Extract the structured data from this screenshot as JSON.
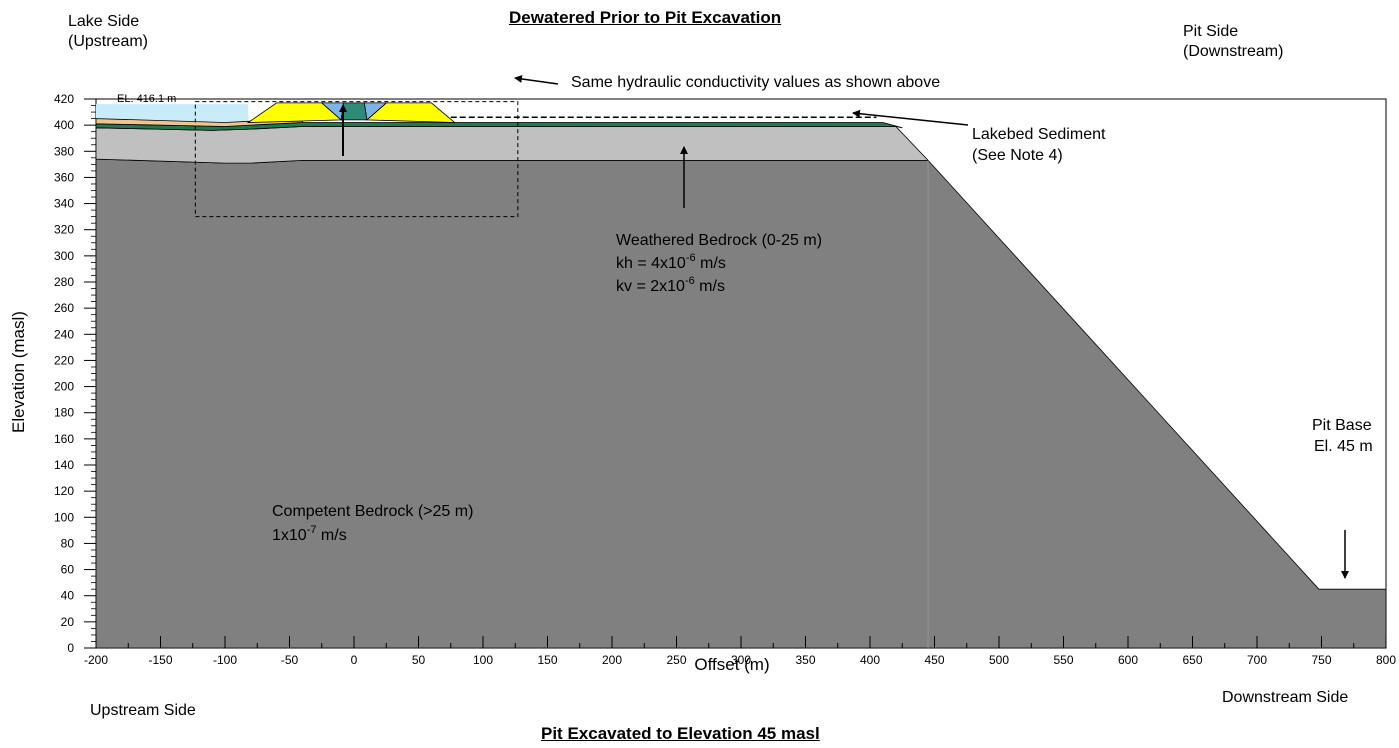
{
  "titles": {
    "top": "Dewatered Prior to Pit Excavation",
    "bottom": "Pit Excavated to Elevation 45 masl"
  },
  "corners": {
    "lake_side": [
      "Lake Side",
      "(Upstream)"
    ],
    "pit_side": [
      "Pit Side",
      "(Downstream)"
    ],
    "upstream_side": "Upstream Side",
    "downstream_side": "Downstream Side"
  },
  "axes": {
    "xlabel": "Offset (m)",
    "ylabel": "Elevation (masl)",
    "xlim": [
      -200,
      800
    ],
    "ylim": [
      0,
      420
    ],
    "x_ticks": [
      -200,
      -150,
      -100,
      -50,
      0,
      50,
      100,
      150,
      200,
      250,
      300,
      350,
      400,
      450,
      500,
      550,
      600,
      650,
      700,
      750,
      800
    ],
    "y_ticks": [
      0,
      20,
      40,
      60,
      80,
      100,
      120,
      140,
      160,
      180,
      200,
      220,
      240,
      260,
      280,
      300,
      320,
      340,
      360,
      380,
      400,
      420
    ]
  },
  "annotations": {
    "water_level": "EL. 416.1 m",
    "same_k": "Same hydraulic conductivity values as shown above",
    "lakebed": [
      "Lakebed Sediment",
      "(See Note 4)"
    ],
    "weathered": {
      "line1": "Weathered Bedrock (0-25 m)",
      "kh_prefix": "kh = 4x10",
      "kh_exp": "-6",
      "kh_unit": " m/s",
      "kv_prefix": "kv = 2x10",
      "kv_exp": "-6",
      "kv_unit": " m/s"
    },
    "competent": {
      "line1": "Competent Bedrock (>25 m)",
      "k_prefix": "1x10",
      "k_exp": "-7",
      "k_unit": " m/s"
    },
    "pit_base": [
      "Pit Base",
      "El. 45 m"
    ]
  },
  "geometry_data": {
    "water_level_el": 416.1,
    "pit_base_el": 45,
    "competent_surface": [
      [
        -200,
        374
      ],
      [
        -100,
        371
      ],
      [
        -80,
        371
      ],
      [
        -40,
        373
      ],
      [
        445,
        373
      ],
      [
        748,
        45
      ],
      [
        800,
        45
      ]
    ],
    "weathered_surface": [
      [
        -200,
        398
      ],
      [
        -110,
        396
      ],
      [
        -80,
        397
      ],
      [
        -40,
        399
      ],
      [
        420,
        399
      ],
      [
        445,
        373
      ]
    ],
    "green_layer": [
      [
        -200,
        401
      ],
      [
        -100,
        399
      ],
      [
        -80,
        400
      ],
      [
        -40,
        402
      ],
      [
        410,
        402
      ],
      [
        425,
        398
      ],
      [
        420,
        399
      ],
      [
        -40,
        399
      ],
      [
        -80,
        397
      ],
      [
        -110,
        396
      ],
      [
        -200,
        398
      ]
    ],
    "lakebed_sediment": [
      [
        -200,
        405
      ],
      [
        -100,
        402
      ],
      [
        -80,
        403
      ],
      [
        -40,
        403
      ],
      [
        -40,
        402
      ],
      [
        -80,
        400
      ],
      [
        -100,
        399
      ],
      [
        -200,
        401
      ]
    ],
    "dam_shells": [
      [
        [
          -82,
          402
        ],
        [
          -60,
          417
        ],
        [
          -25,
          417
        ],
        [
          -10,
          404
        ]
      ],
      [
        [
          10,
          404
        ],
        [
          25,
          417
        ],
        [
          60,
          417
        ],
        [
          78,
          402
        ]
      ]
    ],
    "dam_core": [
      [
        -25,
        417
      ],
      [
        0,
        417
      ],
      [
        25,
        417
      ],
      [
        10,
        404
      ],
      [
        -10,
        404
      ]
    ],
    "dashed_box": [
      [
        -123,
        330
      ],
      [
        127,
        418
      ]
    ],
    "dashed_line_el": 406,
    "dashed_line_x": [
      75,
      405
    ]
  },
  "colors": {
    "competent": "#808080",
    "weathered": "#c0c0c0",
    "green_layer": "#1f7a4d",
    "sediment": "#f2c38a",
    "dam_shell": "#ffff00",
    "dam_core_blue": "#7fb2e6",
    "dam_core_green": "#2e8b78",
    "water": "#c8ecfa"
  }
}
